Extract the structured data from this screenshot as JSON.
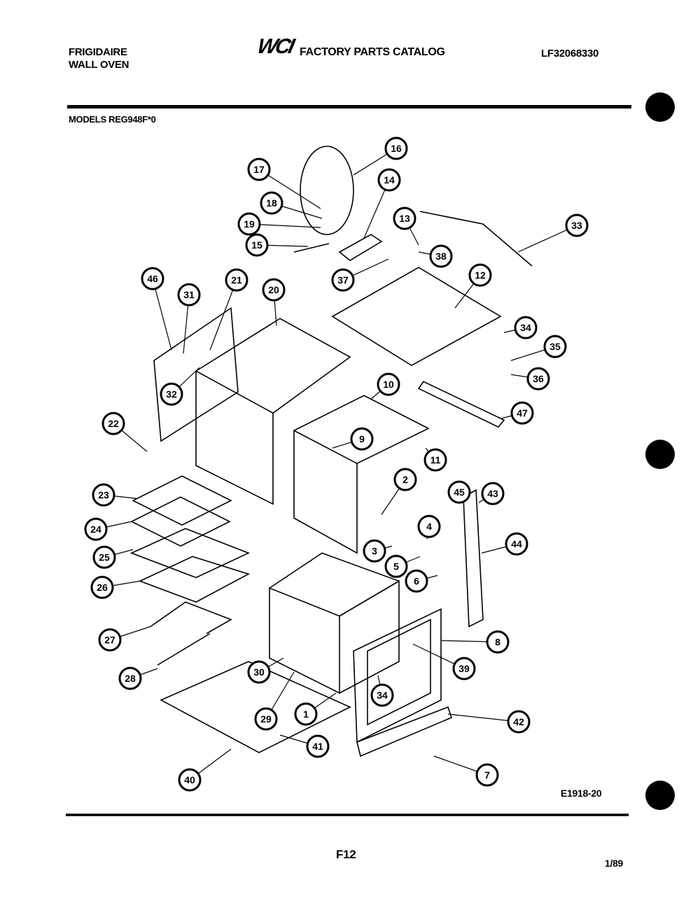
{
  "header": {
    "brand_line1": "FRIGIDAIRE",
    "brand_line2": "WALL OVEN",
    "logo": "WCI",
    "catalog_title": "FACTORY PARTS CATALOG",
    "catalog_number": "LF32068330",
    "models": "MODELS REG948F*0"
  },
  "footer": {
    "drawing_code": "E1918-20",
    "page": "F12",
    "date": "1/89"
  },
  "callouts": [
    "16",
    "17",
    "14",
    "18",
    "13",
    "33",
    "19",
    "15",
    "38",
    "37",
    "12",
    "46",
    "31",
    "21",
    "20",
    "34",
    "35",
    "32",
    "36",
    "10",
    "47",
    "22",
    "9",
    "11",
    "2",
    "45",
    "43",
    "23",
    "4",
    "24",
    "3",
    "44",
    "5",
    "25",
    "6",
    "26",
    "8",
    "27",
    "39",
    "30",
    "28",
    "34",
    "29",
    "1",
    "42",
    "40",
    "41",
    "7"
  ]
}
